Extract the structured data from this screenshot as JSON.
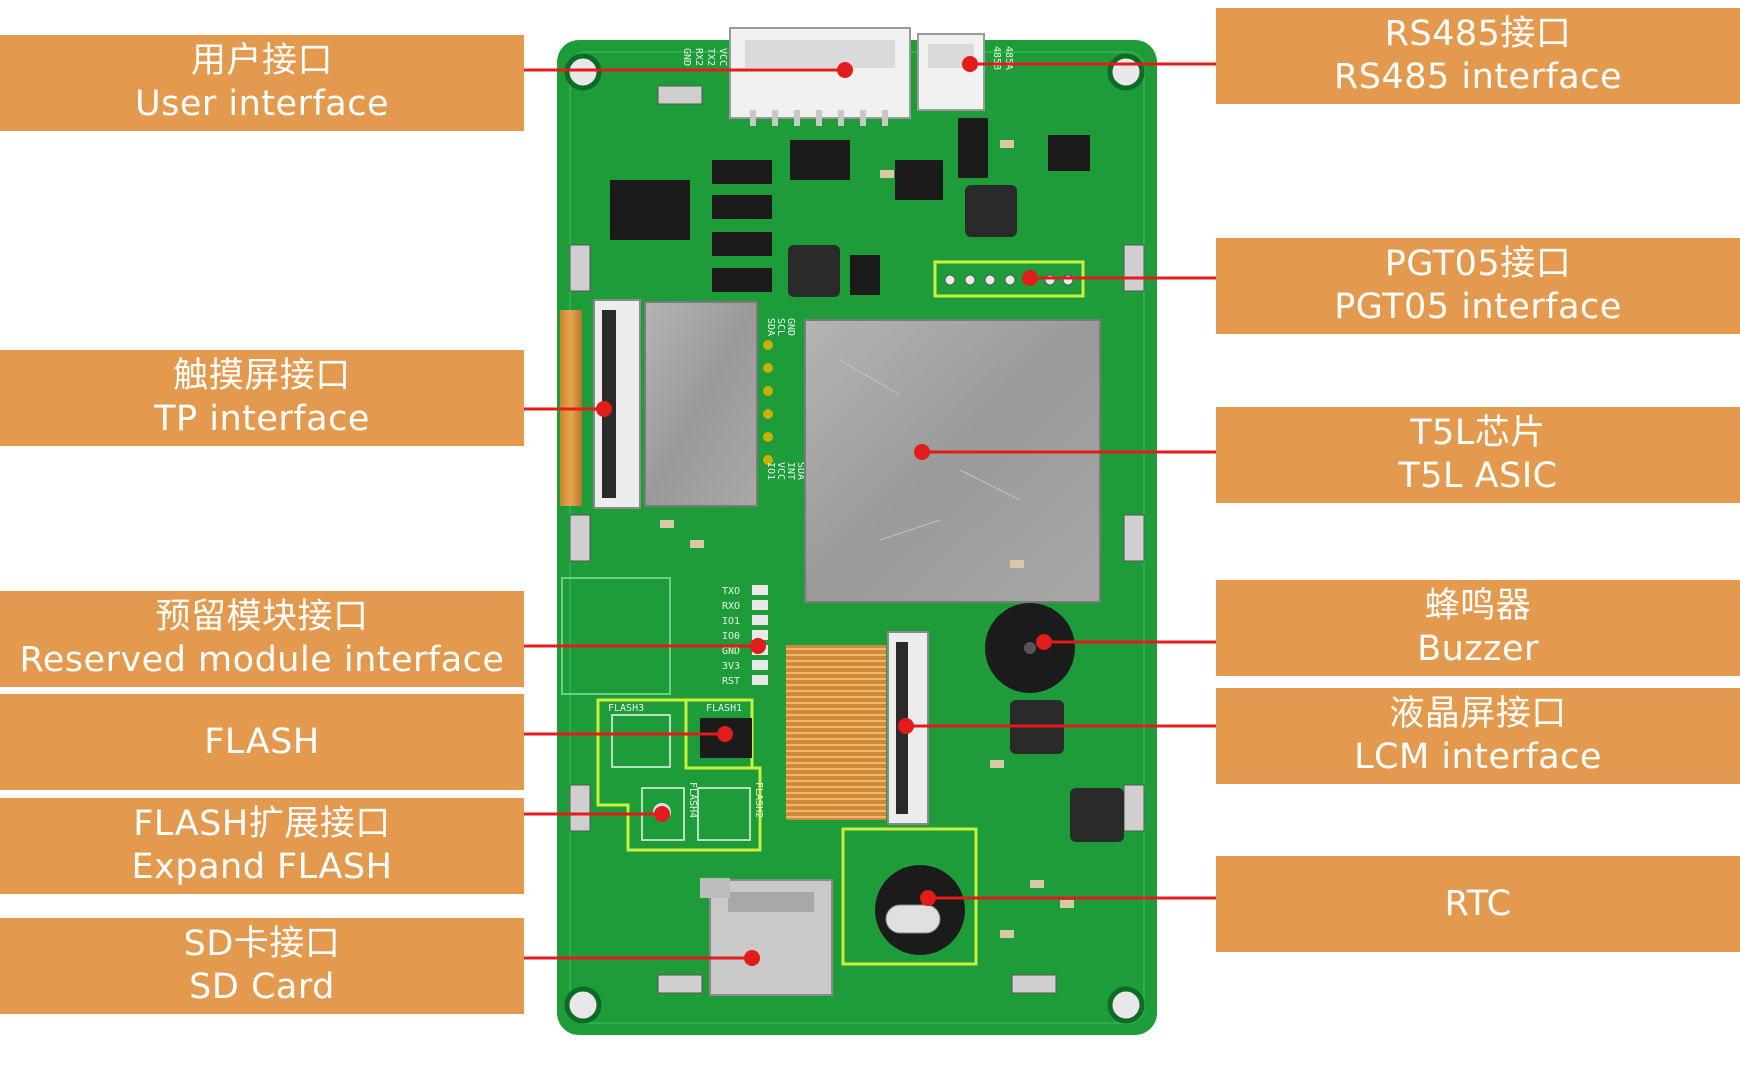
{
  "colors": {
    "label_bg": "#e39a4f",
    "label_text": "#ffffff",
    "pcb_green": "#1e9c3a",
    "leader_line": "#e21b1b",
    "highlight_box": "#c8f03c",
    "shield_metal": "#9d9d9d"
  },
  "labels": {
    "user_interface": {
      "zh": "用户接口",
      "en": "User interface"
    },
    "tp_interface": {
      "zh": "触摸屏接口",
      "en": "TP interface"
    },
    "reserved_module": {
      "zh": "预留模块接口",
      "en": "Reserved module interface"
    },
    "flash": {
      "en": "FLASH"
    },
    "expand_flash": {
      "zh": "FLASH扩展接口",
      "en": "Expand FLASH"
    },
    "sd_card": {
      "zh": "SD卡接口",
      "en": "SD Card"
    },
    "rs485": {
      "zh": "RS485接口",
      "en": "RS485 interface"
    },
    "pgt05": {
      "zh": "PGT05接口",
      "en": "PGT05 interface"
    },
    "t5l": {
      "zh": "T5L芯片",
      "en": "T5L ASIC"
    },
    "buzzer": {
      "zh": "蜂鸣器",
      "en": "Buzzer"
    },
    "lcm": {
      "zh": "液晶屏接口",
      "en": "LCM interface"
    },
    "rtc": {
      "en": "RTC"
    }
  },
  "silkscreen": {
    "reserved_pins": [
      "TXO",
      "RXO",
      "IO1",
      "IO0",
      "GND",
      "3V3",
      "RST"
    ],
    "flash_chips": [
      "FLASH3",
      "FLASH1",
      "FLASH4",
      "FLASH2"
    ],
    "user_pins": [
      "VCC",
      "TX2",
      "RX2",
      "GND"
    ],
    "rs485_pins": [
      "485B",
      "485A"
    ],
    "tp_pins_top": [
      "GND",
      "SCL",
      "SDA"
    ],
    "tp_pins_bottom": [
      "SDA",
      "INT",
      "VCC",
      "IO1"
    ]
  }
}
